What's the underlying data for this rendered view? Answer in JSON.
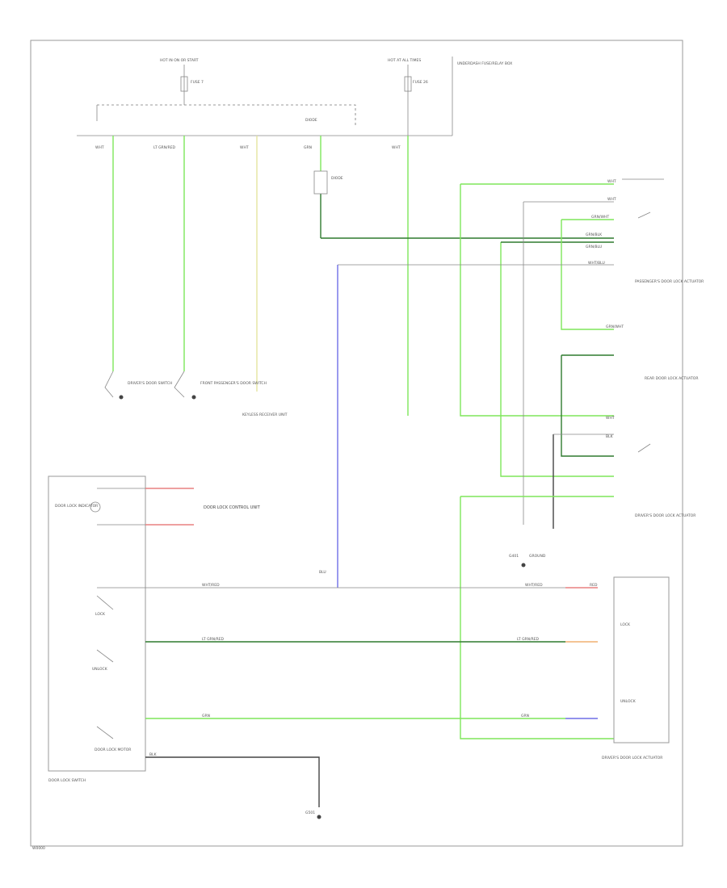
{
  "colors": {
    "green": "#7ee65a",
    "dark_green": "#2f7a2f",
    "yellow": "#e4e4a0",
    "blue": "#6f6fe6",
    "white": "#cfcfcf",
    "red": "#e88080",
    "orange": "#f0b070",
    "black": "#444444",
    "frame": "#999999"
  },
  "labels": {
    "hot_left": "HOT IN ON OR START",
    "hot_right": "HOT AT ALL TIMES",
    "fuse_left": "FUSE 7",
    "fuse_right": "FUSE 26",
    "fuse_box_note": "UNDERDASH FUSE/RELAY BOX",
    "wire_wht": "WHT",
    "wire_ltgrnred": "LT GRN/RED",
    "wire_grn": "GRN",
    "wire_grnblu": "GRN/BLU",
    "wire_grnblk": "GRN/BLK",
    "wire_whtblu": "WHT/BLU",
    "wire_blu": "BLU",
    "wire_wht_red": "WHT/RED",
    "wire_red": "RED",
    "wire_blk": "BLK",
    "wire_grnwht": "GRN/WHT",
    "diode": "DIODE",
    "door_switch": "DRIVER'S DOOR SWITCH",
    "front_pass_door": "FRONT PASSENGER'S DOOR SWITCH",
    "keyless": "KEYLESS RECEIVER UNIT",
    "right_actuator": "PASSENGER'S DOOR LOCK ACTUATOR",
    "rear_actuator": "REAR DOOR LOCK ACTUATOR",
    "left_actuator": "DRIVER'S DOOR LOCK ACTUATOR",
    "ctrl_unit": "DOOR LOCK CONTROL UNIT",
    "main_switch": "DOOR LOCK SWITCH",
    "lock": "LOCK",
    "unlock": "UNLOCK",
    "ground": "G401",
    "ground2": "G501",
    "ground_note": "GROUND",
    "motor": "DOOR LOCK MOTOR",
    "indicator": "DOOR LOCK INDICATOR",
    "footer": "W0000"
  }
}
